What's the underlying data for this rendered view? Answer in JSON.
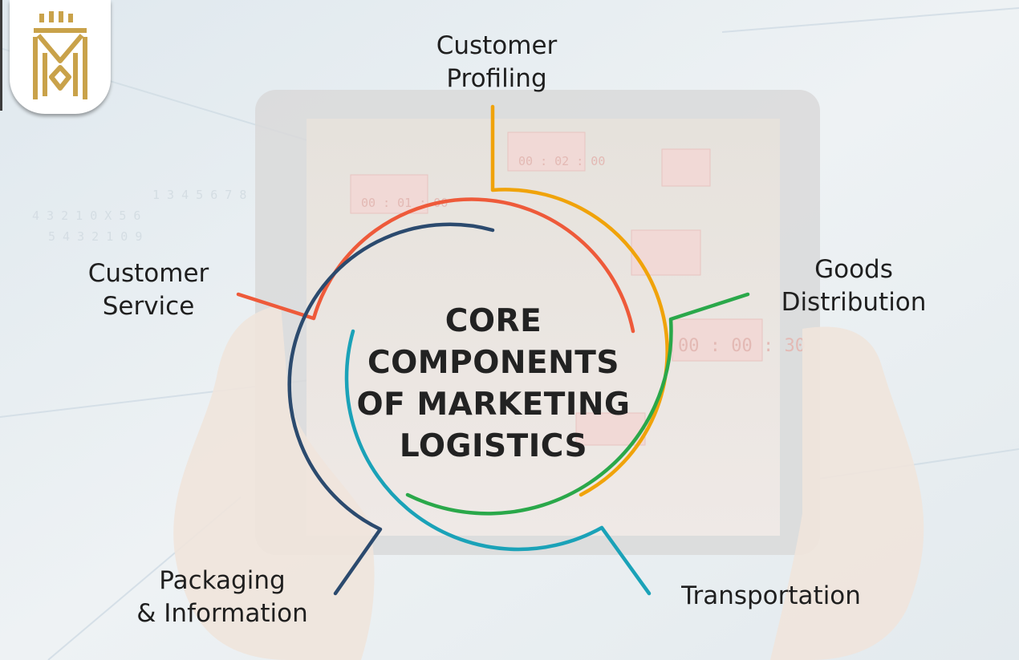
{
  "title": [
    "CORE",
    "COMPONENTS",
    "OF MARKETING",
    "LOGISTICS"
  ],
  "components": [
    {
      "name": "customer-profiling",
      "lines": [
        "Customer",
        "Profiling"
      ],
      "color": "#f0a30a"
    },
    {
      "name": "goods-distribution",
      "lines": [
        "Goods",
        "Distribution"
      ],
      "color": "#2aa84a"
    },
    {
      "name": "transportation",
      "lines": [
        "Transportation"
      ],
      "color": "#1aa2b8"
    },
    {
      "name": "packaging-information",
      "lines": [
        "Packaging",
        "& Information"
      ],
      "color": "#2b4a6e"
    },
    {
      "name": "customer-service",
      "lines": [
        "Customer",
        "Service"
      ],
      "color": "#ee5a3a"
    }
  ],
  "logo": {
    "color": "#c9a24a"
  }
}
